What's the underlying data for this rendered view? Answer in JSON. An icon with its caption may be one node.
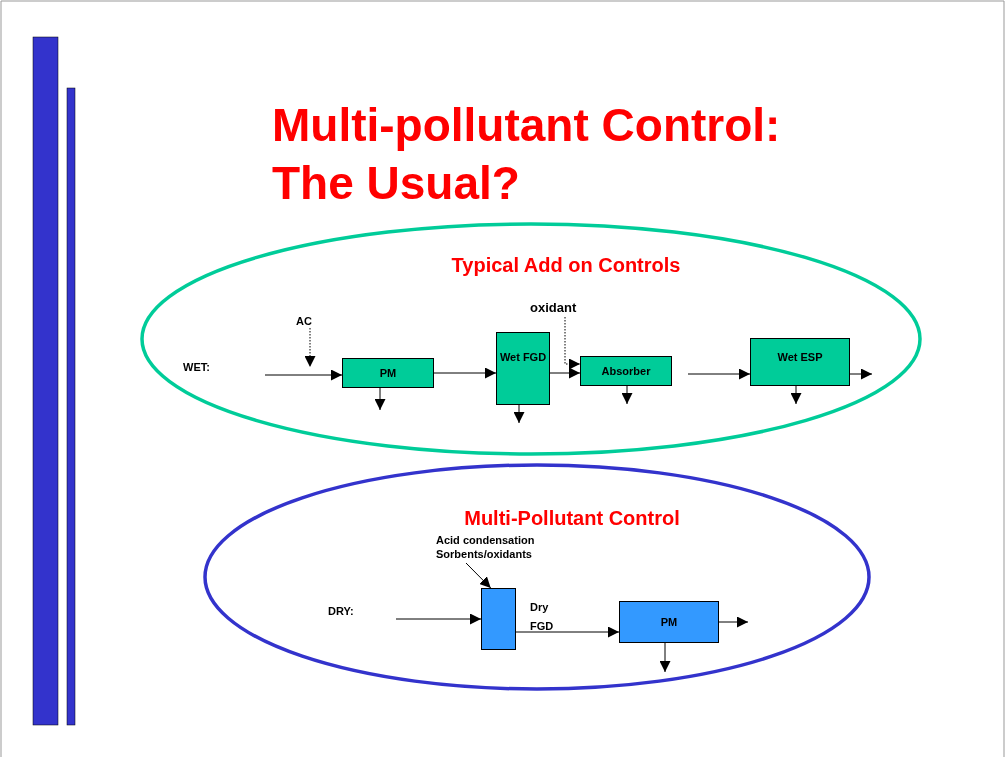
{
  "diagram": {
    "title": "Multi-pollutant Control: The Usual?",
    "nodes": [
      {
        "text": [
          "Typical Add on Controls"
        ]
      },
      {
        "text": [
          "PM"
        ],
        "in": 0
      },
      {
        "text": [
          "Wet FGD"
        ],
        "in": 0
      },
      {
        "text": [
          "Absorber"
        ],
        "in": 0
      },
      {
        "text": [
          "Wet ESP"
        ],
        "in": 0
      },
      {
        "text": [
          "AC"
        ],
        "in": 0
      },
      {
        "text": [
          "oxidant"
        ],
        "in": 0
      },
      {
        "text": [
          "Multi-Pollutant Control"
        ]
      },
      {
        "text": [],
        "shape": "box",
        "beside": [
          "Dry FGD"
        ],
        "in": 7
      },
      {
        "text": [
          "PM"
        ],
        "in": 7
      },
      {
        "text": [
          "Acid condensation Sorbents/oxidants"
        ],
        "in": 7
      }
    ],
    "edges": [
      {
        "from": null,
        "to": 1,
        "arrow": "to"
      },
      {
        "from": 5,
        "to": null,
        "arrow": "to",
        "style": "dashed"
      },
      {
        "from": 1,
        "to": 2,
        "arrow": "to"
      },
      {
        "from": 1,
        "to": null,
        "arrow": "to"
      },
      {
        "from": 2,
        "to": 3,
        "arrow": "to"
      },
      {
        "from": 6,
        "to": 3,
        "arrow": "to",
        "style": "dashed"
      },
      {
        "from": 2,
        "to": null,
        "arrow": "to"
      },
      {
        "from": 3,
        "to": null,
        "arrow": "to"
      },
      {
        "from": null,
        "to": 4,
        "arrow": "to"
      },
      {
        "from": 4,
        "to": null,
        "arrow": "to"
      },
      {
        "from": 4,
        "to": null,
        "arrow": "to"
      },
      {
        "from": null,
        "to": 8,
        "arrow": "to"
      },
      {
        "from": 10,
        "to": 8,
        "arrow": "to"
      },
      {
        "from": 8,
        "to": 9,
        "arrow": "to"
      },
      {
        "from": 9,
        "to": null,
        "arrow": "to"
      },
      {
        "from": 9,
        "to": null,
        "arrow": "to"
      }
    ],
    "labels": [
      "WET:",
      "DRY:"
    ]
  }
}
